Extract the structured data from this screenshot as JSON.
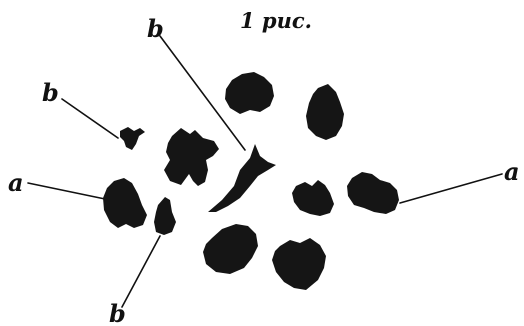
{
  "figure": {
    "title": "1 рис.",
    "labels": {
      "b_top": "b",
      "b_left": "b",
      "a_left": "a",
      "a_right": "a",
      "b_bottom": "b"
    },
    "colors": {
      "ink": "#151515",
      "background": "#ffffff"
    }
  }
}
